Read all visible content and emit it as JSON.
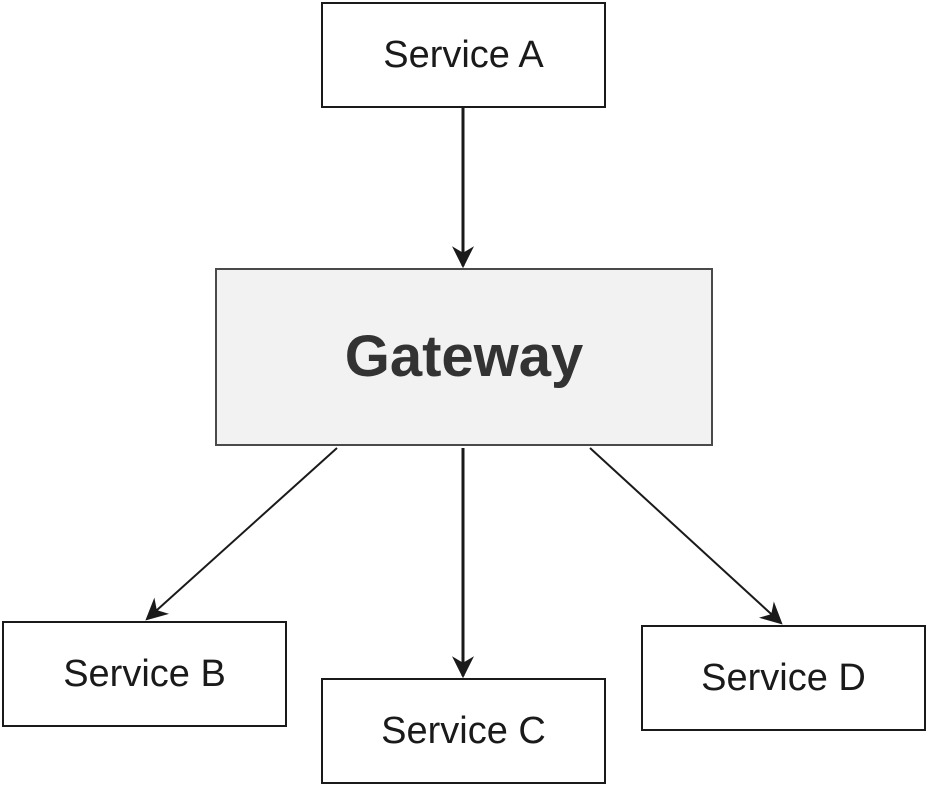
{
  "diagram": {
    "nodes": [
      {
        "id": "service-a",
        "label": "Service A"
      },
      {
        "id": "gateway",
        "label": "Gateway"
      },
      {
        "id": "service-b",
        "label": "Service B"
      },
      {
        "id": "service-c",
        "label": "Service C"
      },
      {
        "id": "service-d",
        "label": "Service D"
      }
    ],
    "edges": [
      {
        "from": "service-a",
        "to": "gateway"
      },
      {
        "from": "gateway",
        "to": "service-b"
      },
      {
        "from": "gateway",
        "to": "service-c"
      },
      {
        "from": "gateway",
        "to": "service-d"
      }
    ],
    "colors": {
      "stroke": "#1a1a1a",
      "gateway_fill": "#f2f2f2",
      "gateway_text": "#333333"
    }
  }
}
